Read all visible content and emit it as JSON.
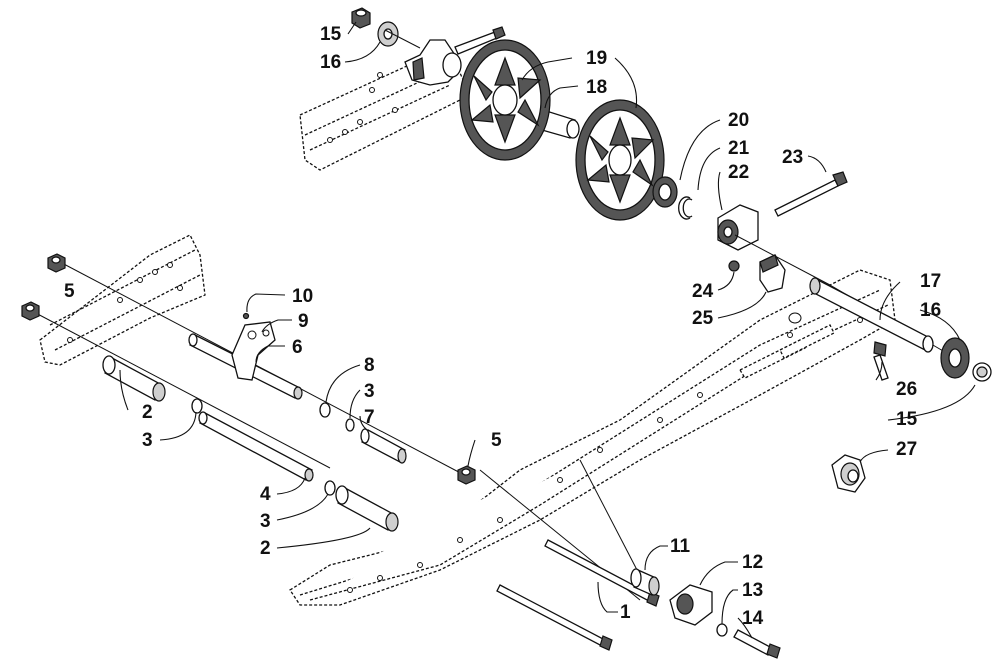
{
  "diagram": {
    "callouts": [
      {
        "id": "c15a",
        "text": "15"
      },
      {
        "id": "c16a",
        "text": "16"
      },
      {
        "id": "c19",
        "text": "19"
      },
      {
        "id": "c18",
        "text": "18"
      },
      {
        "id": "c20",
        "text": "20"
      },
      {
        "id": "c21",
        "text": "21"
      },
      {
        "id": "c22",
        "text": "22"
      },
      {
        "id": "c23",
        "text": "23"
      },
      {
        "id": "c10",
        "text": "10"
      },
      {
        "id": "c9",
        "text": "9"
      },
      {
        "id": "c6",
        "text": "6"
      },
      {
        "id": "c5a",
        "text": "5"
      },
      {
        "id": "c8",
        "text": "8"
      },
      {
        "id": "c3a",
        "text": "3"
      },
      {
        "id": "c7",
        "text": "7"
      },
      {
        "id": "c2a",
        "text": "2"
      },
      {
        "id": "c3b",
        "text": "3"
      },
      {
        "id": "c5b",
        "text": "5"
      },
      {
        "id": "c4",
        "text": "4"
      },
      {
        "id": "c3c",
        "text": "3"
      },
      {
        "id": "c2b",
        "text": "2"
      },
      {
        "id": "c24",
        "text": "24"
      },
      {
        "id": "c25",
        "text": "25"
      },
      {
        "id": "c17",
        "text": "17"
      },
      {
        "id": "c16b",
        "text": "16"
      },
      {
        "id": "c26",
        "text": "26"
      },
      {
        "id": "c15b",
        "text": "15"
      },
      {
        "id": "c27",
        "text": "27"
      },
      {
        "id": "c11",
        "text": "11"
      },
      {
        "id": "c12",
        "text": "12"
      },
      {
        "id": "c13",
        "text": "13"
      },
      {
        "id": "c14",
        "text": "14"
      },
      {
        "id": "c1",
        "text": "1"
      }
    ]
  }
}
